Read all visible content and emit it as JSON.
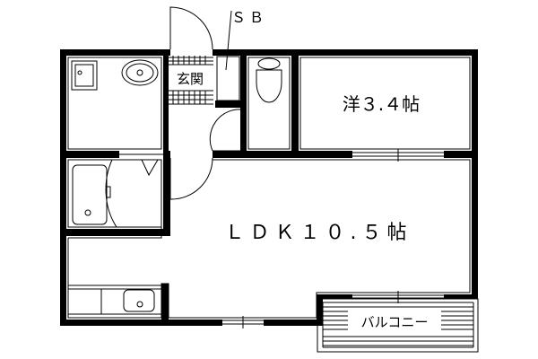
{
  "floor_plan": {
    "rooms": {
      "western_room": "洋３.４帖",
      "ldk": "ＬＤＫ１０.５帖",
      "entrance": "玄関",
      "shoe_box": "ＳＢ",
      "balcony": "バルコニー"
    }
  }
}
